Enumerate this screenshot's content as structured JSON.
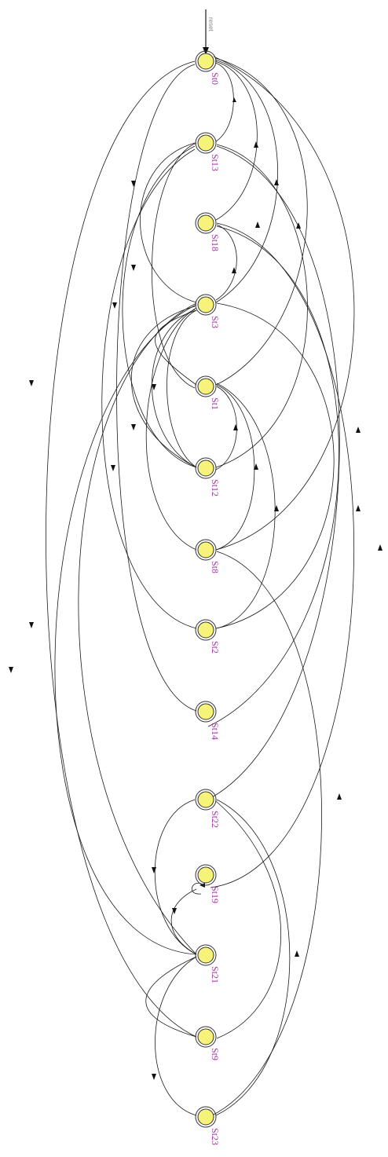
{
  "reset_label": "reset",
  "colors": {
    "state_fill": "#f7f27a",
    "state_label": "#a0309e",
    "edge": "#1a1a1a",
    "reset_label": "#888888"
  },
  "states": [
    {
      "id": "S0",
      "label": "St0"
    },
    {
      "id": "S13",
      "label": "St13"
    },
    {
      "id": "S18",
      "label": "St18"
    },
    {
      "id": "S3",
      "label": "St3"
    },
    {
      "id": "S1",
      "label": "St1"
    },
    {
      "id": "S12",
      "label": "St12"
    },
    {
      "id": "S8",
      "label": "St8"
    },
    {
      "id": "S2",
      "label": "St2"
    },
    {
      "id": "S14",
      "label": "St14"
    },
    {
      "id": "S22",
      "label": "St22"
    },
    {
      "id": "S19",
      "label": "St19"
    },
    {
      "id": "S21",
      "label": "St21"
    },
    {
      "id": "S9",
      "label": "St9"
    },
    {
      "id": "S23",
      "label": "St23"
    }
  ],
  "initial_state": "S0"
}
